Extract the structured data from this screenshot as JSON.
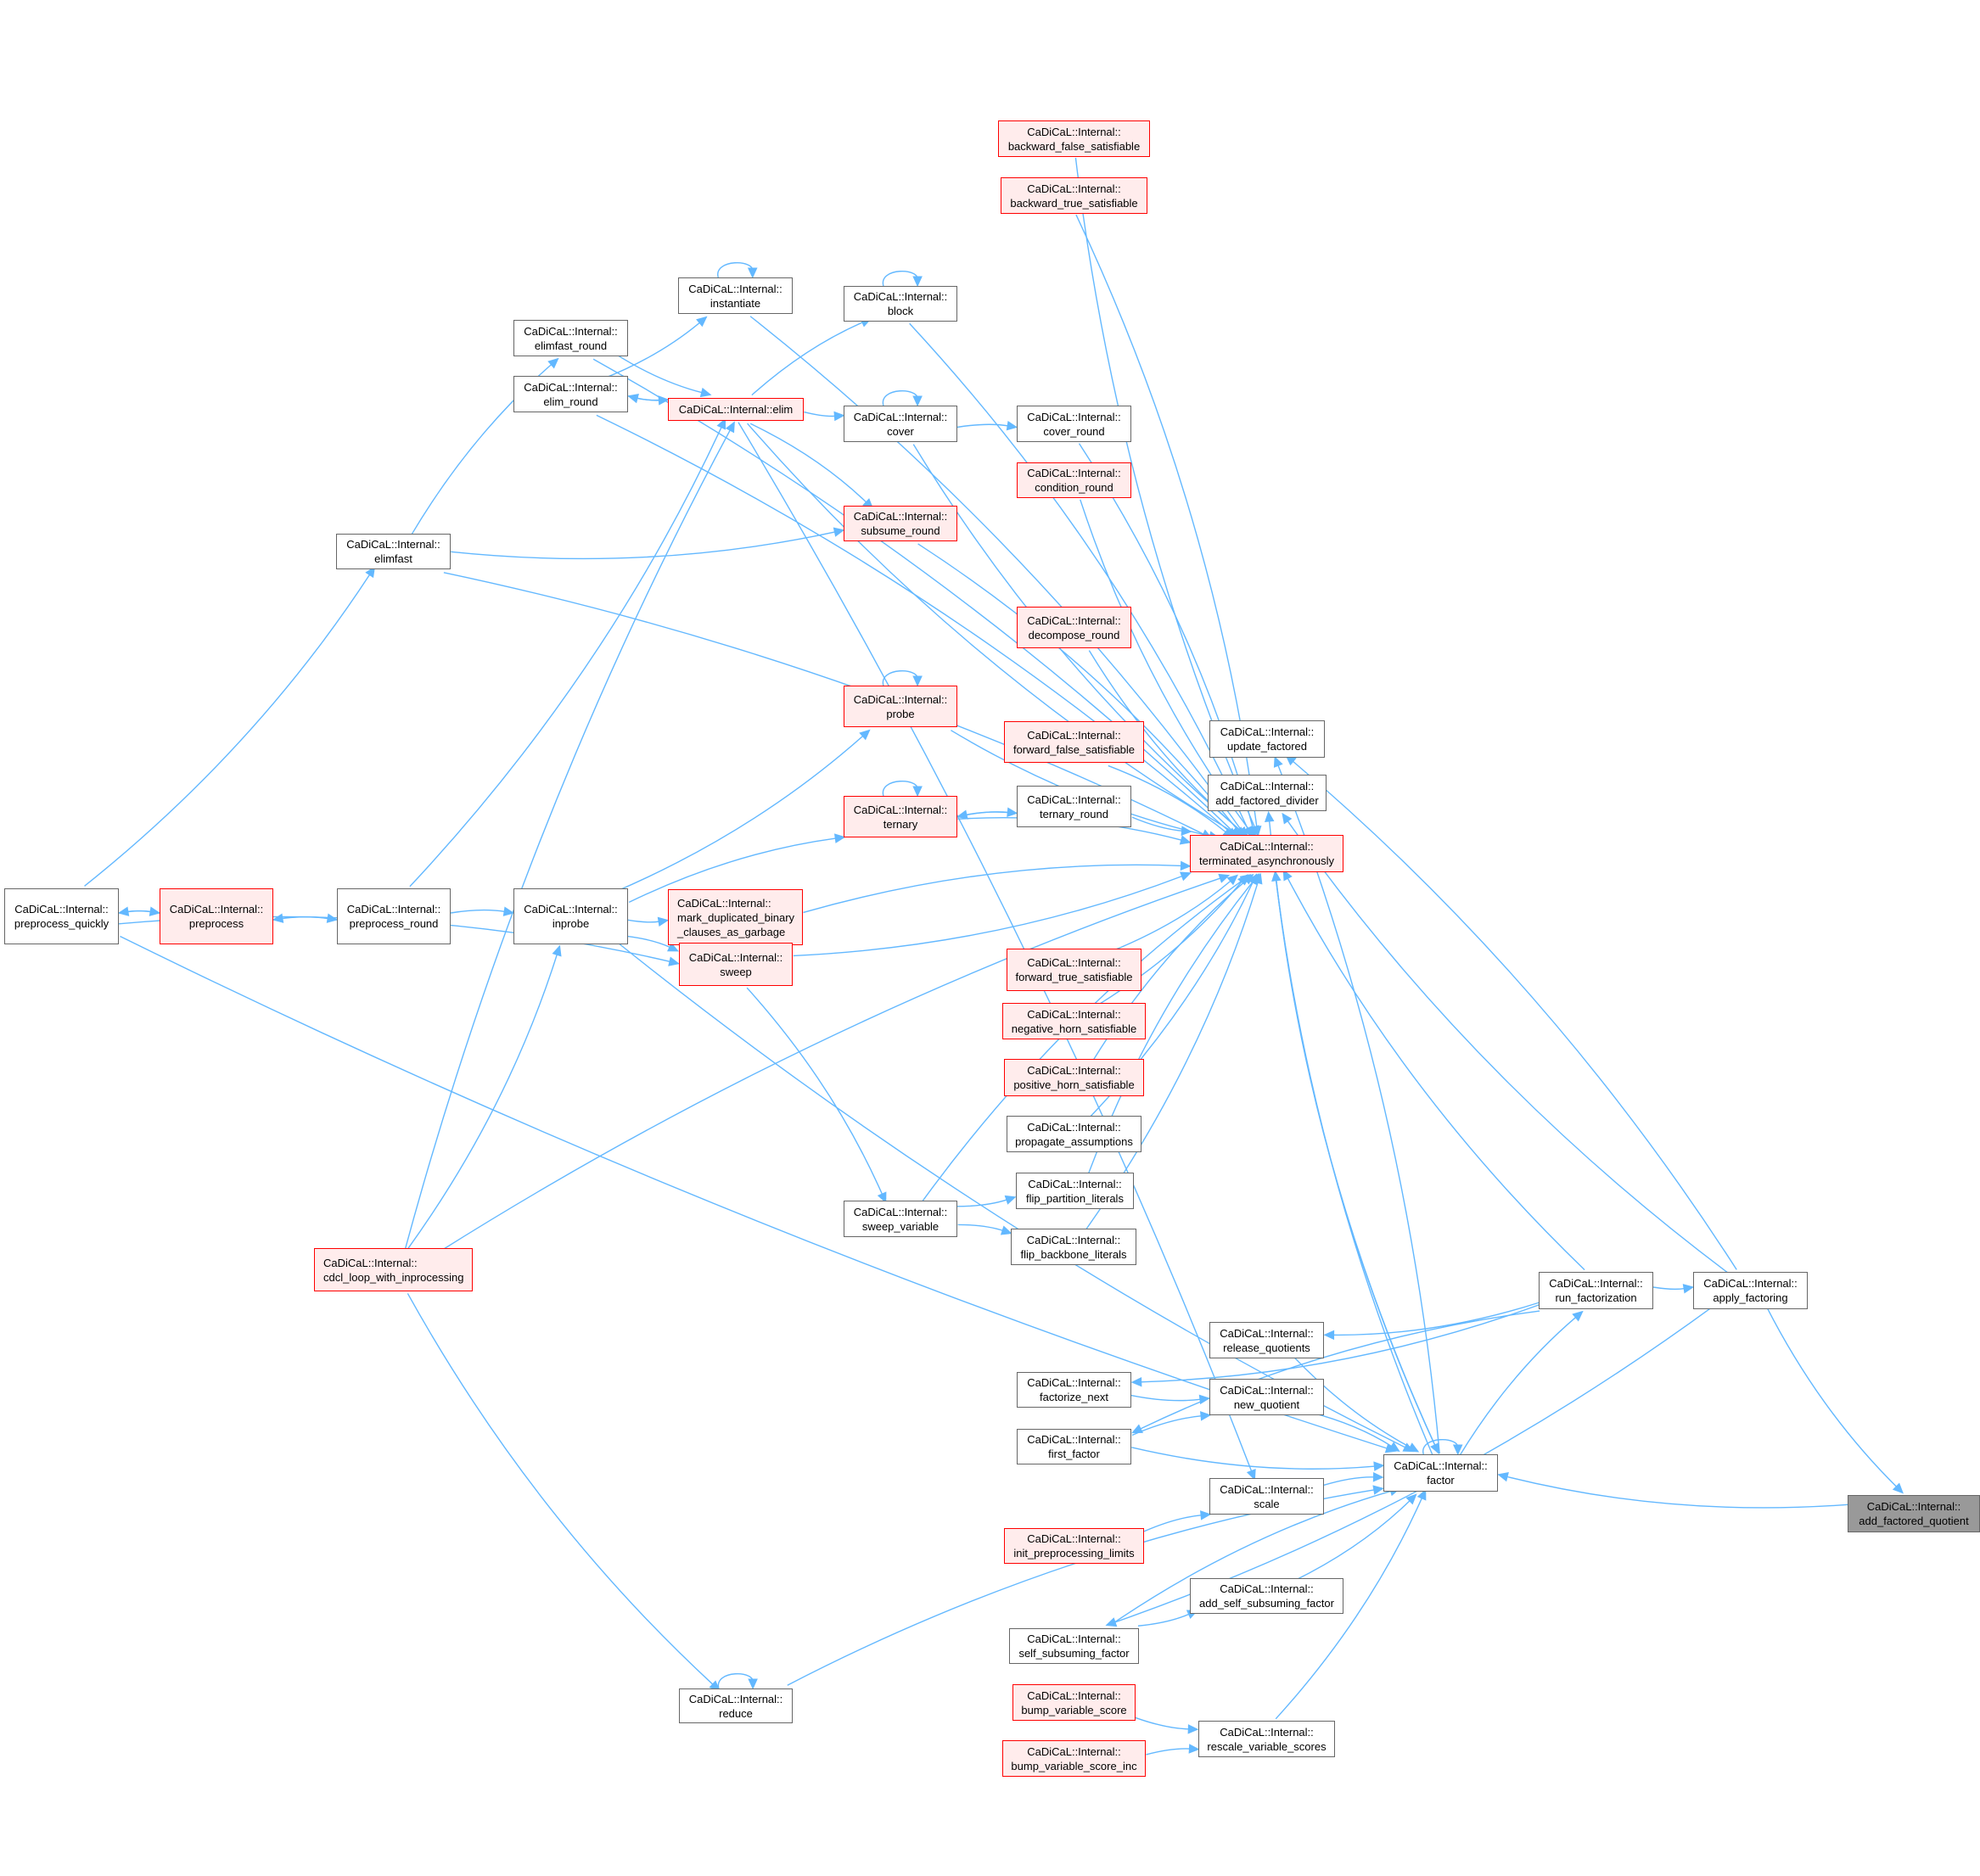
{
  "graph": {
    "title": "CaDiCaL::Internal::add_factored_quotient caller graph",
    "edge_color": "#63b8ff",
    "colors": {
      "normal_border": "#666666",
      "truncated_border": "#ff0000",
      "truncated_fill": "#ffecec",
      "current_fill": "#999999"
    },
    "nodes": [
      {
        "id": "preprocess_quickly",
        "ns": "CaDiCaL::Internal::",
        "name": "preprocess_quickly",
        "kind": "normal"
      },
      {
        "id": "preprocess",
        "ns": "CaDiCaL::Internal::",
        "name": "preprocess",
        "kind": "truncated"
      },
      {
        "id": "preprocess_round",
        "ns": "CaDiCaL::Internal::",
        "name": "preprocess_round",
        "kind": "normal"
      },
      {
        "id": "inprobe",
        "ns": "CaDiCaL::Internal::",
        "name": "inprobe",
        "kind": "normal"
      },
      {
        "id": "elimfast",
        "ns": "CaDiCaL::Internal::",
        "name": "elimfast",
        "kind": "normal"
      },
      {
        "id": "elimfast_round",
        "ns": "CaDiCaL::Internal::",
        "name": "elimfast_round",
        "kind": "normal"
      },
      {
        "id": "elim_round",
        "ns": "CaDiCaL::Internal::",
        "name": "elim_round",
        "kind": "normal"
      },
      {
        "id": "instantiate",
        "ns": "CaDiCaL::Internal::",
        "name": "instantiate",
        "kind": "normal"
      },
      {
        "id": "elim",
        "ns": "",
        "name": "CaDiCaL::Internal::elim",
        "kind": "truncated"
      },
      {
        "id": "cdcl_loop_with_inprocessing",
        "ns": "CaDiCaL::Internal::",
        "name": "cdcl_loop_with_inprocessing",
        "kind": "truncated"
      },
      {
        "id": "reduce",
        "ns": "CaDiCaL::Internal::",
        "name": "reduce",
        "kind": "normal"
      },
      {
        "id": "block",
        "ns": "CaDiCaL::Internal::",
        "name": "block",
        "kind": "normal"
      },
      {
        "id": "cover",
        "ns": "CaDiCaL::Internal::",
        "name": "cover",
        "kind": "normal"
      },
      {
        "id": "cover_round",
        "ns": "CaDiCaL::Internal::",
        "name": "cover_round",
        "kind": "normal"
      },
      {
        "id": "condition_round",
        "ns": "CaDiCaL::Internal::",
        "name": "condition_round",
        "kind": "truncated"
      },
      {
        "id": "subsume_round",
        "ns": "CaDiCaL::Internal::",
        "name": "subsume_round",
        "kind": "truncated"
      },
      {
        "id": "decompose_round",
        "ns": "CaDiCaL::Internal::",
        "name": "decompose_round",
        "kind": "truncated"
      },
      {
        "id": "probe",
        "ns": "CaDiCaL::Internal::",
        "name": "probe",
        "kind": "truncated"
      },
      {
        "id": "forward_false_satisfiable",
        "ns": "CaDiCaL::Internal::",
        "name": "forward_false_satisfiable",
        "kind": "truncated"
      },
      {
        "id": "ternary",
        "ns": "CaDiCaL::Internal::",
        "name": "ternary",
        "kind": "truncated"
      },
      {
        "id": "ternary_round",
        "ns": "CaDiCaL::Internal::",
        "name": "ternary_round",
        "kind": "normal"
      },
      {
        "id": "mark_duplicated",
        "ns": "CaDiCaL::Internal::",
        "name": "mark_duplicated_binary",
        "name2": "_clauses_as_garbage",
        "kind": "truncated"
      },
      {
        "id": "forward_true_satisfiable",
        "ns": "CaDiCaL::Internal::",
        "name": "forward_true_satisfiable",
        "kind": "truncated"
      },
      {
        "id": "sweep",
        "ns": "CaDiCaL::Internal::",
        "name": "sweep",
        "kind": "truncated"
      },
      {
        "id": "negative_horn_satisfiable",
        "ns": "CaDiCaL::Internal::",
        "name": "negative_horn_satisfiable",
        "kind": "truncated"
      },
      {
        "id": "positive_horn_satisfiable",
        "ns": "CaDiCaL::Internal::",
        "name": "positive_horn_satisfiable",
        "kind": "truncated"
      },
      {
        "id": "propagate_assumptions",
        "ns": "CaDiCaL::Internal::",
        "name": "propagate_assumptions",
        "kind": "normal"
      },
      {
        "id": "flip_partition_literals",
        "ns": "CaDiCaL::Internal::",
        "name": "flip_partition_literals",
        "kind": "normal"
      },
      {
        "id": "sweep_variable",
        "ns": "CaDiCaL::Internal::",
        "name": "sweep_variable",
        "kind": "normal"
      },
      {
        "id": "flip_backbone_literals",
        "ns": "CaDiCaL::Internal::",
        "name": "flip_backbone_literals",
        "kind": "normal"
      },
      {
        "id": "backward_false_satisfiable",
        "ns": "CaDiCaL::Internal::",
        "name": "backward_false_satisfiable",
        "kind": "truncated"
      },
      {
        "id": "backward_true_satisfiable",
        "ns": "CaDiCaL::Internal::",
        "name": "backward_true_satisfiable",
        "kind": "truncated"
      },
      {
        "id": "terminated_asynchronously",
        "ns": "CaDiCaL::Internal::",
        "name": "terminated_asynchronously",
        "kind": "truncated"
      },
      {
        "id": "update_factored",
        "ns": "CaDiCaL::Internal::",
        "name": "update_factored",
        "kind": "normal"
      },
      {
        "id": "add_factored_divider",
        "ns": "CaDiCaL::Internal::",
        "name": "add_factored_divider",
        "kind": "normal"
      },
      {
        "id": "run_factorization",
        "ns": "CaDiCaL::Internal::",
        "name": "run_factorization",
        "kind": "normal"
      },
      {
        "id": "apply_factoring",
        "ns": "CaDiCaL::Internal::",
        "name": "apply_factoring",
        "kind": "normal"
      },
      {
        "id": "release_quotients",
        "ns": "CaDiCaL::Internal::",
        "name": "release_quotients",
        "kind": "normal"
      },
      {
        "id": "factorize_next",
        "ns": "CaDiCaL::Internal::",
        "name": "factorize_next",
        "kind": "normal"
      },
      {
        "id": "new_quotient",
        "ns": "CaDiCaL::Internal::",
        "name": "new_quotient",
        "kind": "normal"
      },
      {
        "id": "first_factor",
        "ns": "CaDiCaL::Internal::",
        "name": "first_factor",
        "kind": "normal"
      },
      {
        "id": "factor",
        "ns": "CaDiCaL::Internal::",
        "name": "factor",
        "kind": "normal"
      },
      {
        "id": "scale",
        "ns": "CaDiCaL::Internal::",
        "name": "scale",
        "kind": "normal"
      },
      {
        "id": "init_preprocessing_limits",
        "ns": "CaDiCaL::Internal::",
        "name": "init_preprocessing_limits",
        "kind": "truncated"
      },
      {
        "id": "add_self_subsuming_factor",
        "ns": "CaDiCaL::Internal::",
        "name": "add_self_subsuming_factor",
        "kind": "normal"
      },
      {
        "id": "self_subsuming_factor",
        "ns": "CaDiCaL::Internal::",
        "name": "self_subsuming_factor",
        "kind": "normal"
      },
      {
        "id": "bump_variable_score",
        "ns": "CaDiCaL::Internal::",
        "name": "bump_variable_score",
        "kind": "truncated"
      },
      {
        "id": "rescale_variable_scores",
        "ns": "CaDiCaL::Internal::",
        "name": "rescale_variable_scores",
        "kind": "normal"
      },
      {
        "id": "bump_variable_score_inc",
        "ns": "CaDiCaL::Internal::",
        "name": "bump_variable_score_inc",
        "kind": "truncated"
      },
      {
        "id": "add_factored_quotient",
        "ns": "CaDiCaL::Internal::",
        "name": "add_factored_quotient",
        "kind": "current"
      }
    ],
    "edges": [
      [
        "preprocess_quickly",
        "preprocess"
      ],
      [
        "preprocess",
        "preprocess_quickly"
      ],
      [
        "preprocess",
        "preprocess_round"
      ],
      [
        "preprocess_round",
        "preprocess"
      ],
      [
        "preprocess_round",
        "inprobe"
      ],
      [
        "preprocess_quickly",
        "elimfast"
      ],
      [
        "preprocess_quickly",
        "sweep"
      ],
      [
        "preprocess_quickly",
        "factor"
      ],
      [
        "elimfast",
        "elimfast_round"
      ],
      [
        "elimfast",
        "subsume_round"
      ],
      [
        "elimfast",
        "terminated_asynchronously"
      ],
      [
        "elimfast_round",
        "elim"
      ],
      [
        "elimfast_round",
        "terminated_asynchronously"
      ],
      [
        "elim_round",
        "elim"
      ],
      [
        "elim",
        "elim_round"
      ],
      [
        "elim_round",
        "instantiate"
      ],
      [
        "elim_round",
        "terminated_asynchronously"
      ],
      [
        "preprocess_round",
        "elim"
      ],
      [
        "cdcl_loop_with_inprocessing",
        "elim"
      ],
      [
        "cdcl_loop_with_inprocessing",
        "inprobe"
      ],
      [
        "cdcl_loop_with_inprocessing",
        "terminated_asynchronously"
      ],
      [
        "cdcl_loop_with_inprocessing",
        "reduce"
      ],
      [
        "elim",
        "block"
      ],
      [
        "elim",
        "cover"
      ],
      [
        "elim",
        "subsume_round"
      ],
      [
        "elim",
        "terminated_asynchronously"
      ],
      [
        "elim",
        "scale"
      ],
      [
        "instantiate",
        "instantiate"
      ],
      [
        "instantiate",
        "terminated_asynchronously"
      ],
      [
        "block",
        "block"
      ],
      [
        "block",
        "terminated_asynchronously"
      ],
      [
        "cover",
        "cover"
      ],
      [
        "cover",
        "cover_round"
      ],
      [
        "cover",
        "terminated_asynchronously"
      ],
      [
        "cover_round",
        "terminated_asynchronously"
      ],
      [
        "condition_round",
        "terminated_asynchronously"
      ],
      [
        "subsume_round",
        "terminated_asynchronously"
      ],
      [
        "decompose_round",
        "terminated_asynchronously"
      ],
      [
        "probe",
        "probe"
      ],
      [
        "probe",
        "terminated_asynchronously"
      ],
      [
        "forward_false_satisfiable",
        "terminated_asynchronously"
      ],
      [
        "ternary",
        "ternary"
      ],
      [
        "ternary",
        "ternary_round"
      ],
      [
        "ternary_round",
        "ternary"
      ],
      [
        "ternary",
        "terminated_asynchronously"
      ],
      [
        "ternary_round",
        "terminated_asynchronously"
      ],
      [
        "mark_duplicated",
        "terminated_asynchronously"
      ],
      [
        "forward_true_satisfiable",
        "terminated_asynchronously"
      ],
      [
        "sweep",
        "sweep"
      ],
      [
        "sweep",
        "terminated_asynchronously"
      ],
      [
        "sweep",
        "sweep_variable"
      ],
      [
        "negative_horn_satisfiable",
        "terminated_asynchronously"
      ],
      [
        "positive_horn_satisfiable",
        "terminated_asynchronously"
      ],
      [
        "propagate_assumptions",
        "terminated_asynchronously"
      ],
      [
        "flip_partition_literals",
        "terminated_asynchronously"
      ],
      [
        "flip_backbone_literals",
        "terminated_asynchronously"
      ],
      [
        "sweep_variable",
        "terminated_asynchronously"
      ],
      [
        "sweep_variable",
        "flip_partition_literals"
      ],
      [
        "sweep_variable",
        "flip_backbone_literals"
      ],
      [
        "backward_false_satisfiable",
        "terminated_asynchronously"
      ],
      [
        "backward_true_satisfiable",
        "terminated_asynchronously"
      ],
      [
        "inprobe",
        "probe"
      ],
      [
        "inprobe",
        "ternary"
      ],
      [
        "inprobe",
        "mark_duplicated"
      ],
      [
        "inprobe",
        "sweep"
      ],
      [
        "inprobe",
        "factor"
      ],
      [
        "factor",
        "terminated_asynchronously"
      ],
      [
        "terminated_asynchronously",
        "factor"
      ],
      [
        "run_factorization",
        "terminated_asynchronously"
      ],
      [
        "factor",
        "update_factored"
      ],
      [
        "factor",
        "add_factored_divider"
      ],
      [
        "apply_factoring",
        "update_factored"
      ],
      [
        "apply_factoring",
        "add_factored_divider"
      ],
      [
        "run_factorization",
        "apply_factoring"
      ],
      [
        "factor",
        "run_factorization"
      ],
      [
        "factor",
        "factor"
      ],
      [
        "run_factorization",
        "factorize_next"
      ],
      [
        "run_factorization",
        "first_factor"
      ],
      [
        "run_factorization",
        "release_quotients"
      ],
      [
        "factorize_next",
        "new_quotient"
      ],
      [
        "first_factor",
        "new_quotient"
      ],
      [
        "release_quotients",
        "factor"
      ],
      [
        "new_quotient",
        "factor"
      ],
      [
        "first_factor",
        "factor"
      ],
      [
        "scale",
        "factor"
      ],
      [
        "add_self_subsuming_factor",
        "factor"
      ],
      [
        "self_subsuming_factor",
        "factor"
      ],
      [
        "rescale_variable_scores",
        "factor"
      ],
      [
        "reduce",
        "factor"
      ],
      [
        "reduce",
        "reduce"
      ],
      [
        "init_preprocessing_limits",
        "scale"
      ],
      [
        "self_subsuming_factor",
        "add_self_subsuming_factor"
      ],
      [
        "apply_factoring",
        "self_subsuming_factor"
      ],
      [
        "apply_factoring",
        "add_factored_quotient"
      ],
      [
        "add_factored_quotient",
        "factor"
      ],
      [
        "bump_variable_score",
        "rescale_variable_scores"
      ],
      [
        "bump_variable_score_inc",
        "rescale_variable_scores"
      ]
    ]
  }
}
